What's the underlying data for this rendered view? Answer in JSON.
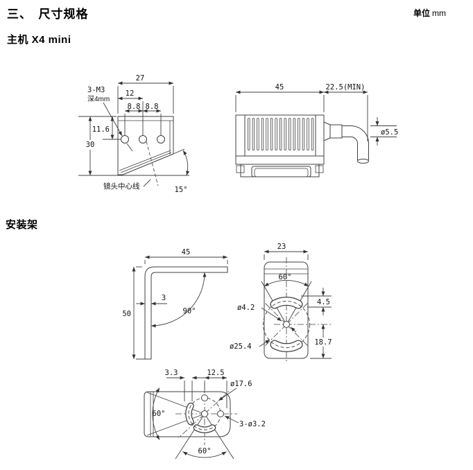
{
  "page": {
    "title": "三、　尺寸规格",
    "unit_label": "单位",
    "unit_value": "mm",
    "section_main_title": "主机 X4 mini",
    "section_bracket_title": "安装架"
  },
  "drawings": {
    "main_front": {
      "dim_width": "27",
      "dim_hole_offset": "12",
      "dim_hole_pitch_left": "8.8",
      "dim_hole_pitch_right": "8.8",
      "dim_top_to_holes": "11.6",
      "dim_height": "30",
      "thread_note_line1": "3-M3",
      "thread_note_line2": "深4mm",
      "lens_center_label": "镜头中心线",
      "dim_lens_angle": "15°"
    },
    "main_side": {
      "dim_length": "45",
      "dim_cable_clearance": "22.5(MIN)",
      "dim_cable_diameter": "ø5.5"
    },
    "bracket_side": {
      "dim_arm_length": "45",
      "dim_height": "50",
      "dim_thickness": "3",
      "dim_bend_angle": "90°"
    },
    "bracket_front": {
      "dim_width": "23",
      "dim_slot_angle": "60°",
      "dim_slot_width": "4.5",
      "dim_center_hole": "ø4.2",
      "dim_slot_circle": "ø25.4",
      "dim_center_to_bottom": "18.7"
    },
    "bracket_bottom": {
      "dim_slot_width": "3.3",
      "dim_hole_offset": "12.5",
      "dim_bolt_circle": "ø17.6",
      "dim_mount_holes": "3-ø3.2",
      "dim_angle_left": "60°",
      "dim_angle_bottom": "60°"
    }
  }
}
